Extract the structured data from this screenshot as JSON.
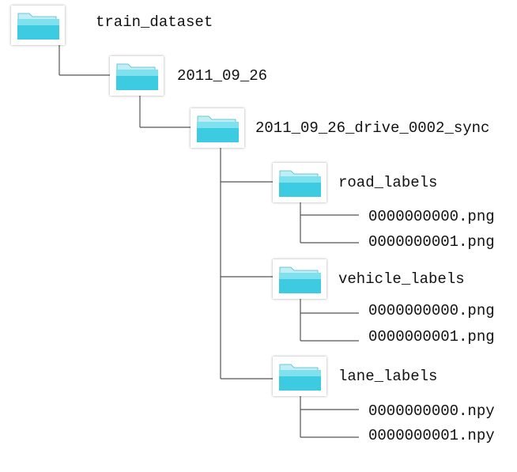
{
  "tree": {
    "root": {
      "label": "train_dataset",
      "icon": "folder-icon"
    },
    "date": {
      "label": "2011_09_26",
      "icon": "folder-icon"
    },
    "drive": {
      "label": "2011_09_26_drive_0002_sync",
      "icon": "folder-icon"
    },
    "road": {
      "label": "road_labels",
      "icon": "folder-icon",
      "files": [
        "0000000000.png",
        "0000000001.png"
      ]
    },
    "vehicle": {
      "label": "vehicle_labels",
      "icon": "folder-icon",
      "files": [
        "0000000000.png",
        "0000000001.png"
      ]
    },
    "lane": {
      "label": "lane_labels",
      "icon": "folder-icon",
      "files": [
        "0000000000.npy",
        "0000000001.npy"
      ]
    }
  },
  "colors": {
    "folder_light": "#8ee8f2",
    "folder_dark": "#2ec3d6",
    "line": "#555555"
  }
}
